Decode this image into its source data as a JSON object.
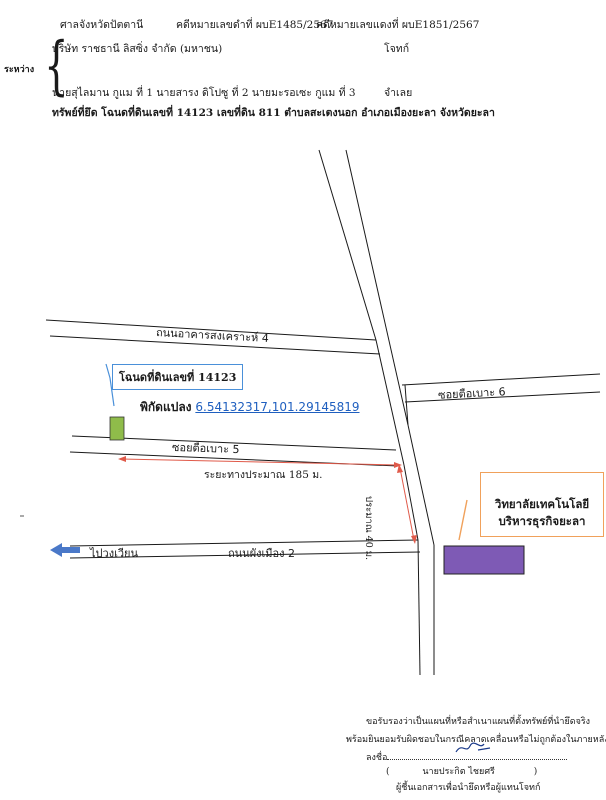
{
  "header": {
    "court": "ศาลจังหวัดปัตตานี",
    "black_case": "คดีหมายเลขดำที่ ผบE1485/2567",
    "red_case": "คดีหมายเลขแดงที่ ผบE1851/2567",
    "between_label": "ระหว่าง",
    "plaintiff": "บริษัท ราชธานี ลิสซิ่ง จำกัด (มหาชน)",
    "plaintiff_role": "โจทก์",
    "defendants": "นายสุไลมาน กูแม  ที่ 1  นายสารง ดิโปซู  ที่ 2  นายมะรอเซะ กูแม  ที่ 3",
    "defendant_role": "จำเลย",
    "property": "ทรัพย์ที่ยึด  โฉนดที่ดินเลขที่ 14123 เลขที่ดิน 811 ตำบลสะเตงนอก อำเภอเมืองยะลา จังหวัดยะลา"
  },
  "map": {
    "roads": {
      "top": "ถนนอาคารสงเคราะห์ 4",
      "soi6": "ซอยตือเบาะ 6",
      "soi5": "ซอยตือเบาะ 5",
      "main": "ถนนผังเมือง 2",
      "direction": "ไปวงเวียน"
    },
    "deed_label": "โฉนดที่ดินเลขที่  14123",
    "coords_label": "พิกัดแปลง",
    "coords_value": "6.54132317,101.29145819",
    "distance_horizontal": "ระยะทางประมาณ 185 ม.",
    "distance_vertical": "ประมาณ 40 ม.",
    "college": "วิทยาลัยเทคโนโลยี\nบริหารธุรกิจยะลา",
    "colors": {
      "plot": "#8fbc4a",
      "college_building": "#7e5ab5",
      "deed_box_border": "#4a90d9",
      "college_box_border": "#f0a15b",
      "measure": "#e05a4a",
      "link": "#1f5fbf",
      "arrow": "#4a78c8"
    }
  },
  "footer": {
    "line1": "ขอรับรองว่าเป็นแผนที่หรือสำเนาแผนที่ตั้งทรัพย์ที่นำยึดจริง",
    "line2": "พร้อมยินยอมรับผิดชอบในกรณีคลาดเคลื่อนหรือไม่ถูกต้องในภายหลัง",
    "sign_label": "ลงชื่อ",
    "name_open": "(",
    "name": "นายประกิต  ไชยศรี",
    "name_close": ")",
    "role": "ผู้ชี้นเอกสารเพื่อนำยึดหรือผู้แทนโจทก์"
  }
}
